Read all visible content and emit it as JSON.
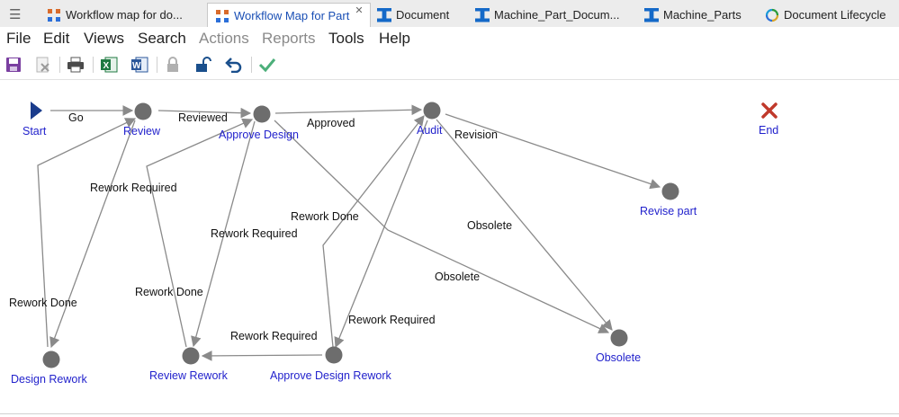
{
  "tabs": [
    {
      "label": "Workflow map for do...",
      "icon": "workflow-icon"
    },
    {
      "label": "Workflow Map for Part",
      "icon": "workflow-icon",
      "active": true,
      "close": "✕"
    },
    {
      "label": "Document",
      "icon": "itemtype-icon"
    },
    {
      "label": "Machine_Part_Docum...",
      "icon": "itemtype-icon"
    },
    {
      "label": "Machine_Parts",
      "icon": "itemtype-icon"
    },
    {
      "label": "Document Lifecycle",
      "icon": "lifecycle-icon"
    }
  ],
  "menu": [
    "File",
    "Edit",
    "Views",
    "Search",
    "Actions",
    "Reports",
    "Tools",
    "Help"
  ],
  "menu_disabled": [
    "Actions",
    "Reports"
  ],
  "toolbar": [
    "save-icon",
    "discard-icon",
    "print-icon",
    "excel-icon",
    "word-icon",
    "lock-icon",
    "unlock-icon",
    "undo-icon",
    "check-icon"
  ],
  "colors": {
    "node": "#6d6d6d",
    "node_label": "#2222cc",
    "edge": "#8a8a8a",
    "start": "#1a3c8c",
    "end": "#c0392b"
  },
  "workflow": {
    "nodes": {
      "start": "Start",
      "review": "Review",
      "approve_design": "Approve Design",
      "audit": "Audit",
      "end": "End",
      "revise_part": "Revise part",
      "obsolete": "Obsolete",
      "design_rework": "Design Rework",
      "review_rework": "Review Rework",
      "approve_design_rework": "Approve Design Rework"
    },
    "edges": {
      "go": "Go",
      "reviewed": "Reviewed",
      "approved": "Approved",
      "revision": "Revision",
      "rework_required_1": "Rework Required",
      "rework_done_1": "Rework Done",
      "rework_required_2": "Rework Required",
      "rework_done_2": "Rework Done",
      "rework_done_3": "Rework Done",
      "obsolete_1": "Obsolete",
      "obsolete_2": "Obsolete",
      "rework_required_3": "Rework Required",
      "rework_required_4": "Rework Required"
    }
  }
}
